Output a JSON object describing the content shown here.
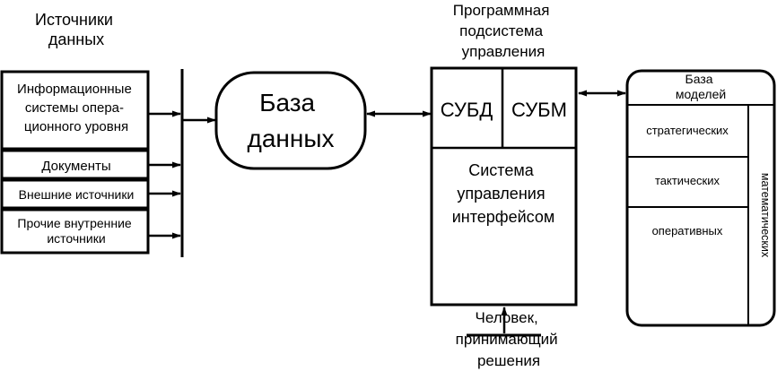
{
  "sources": {
    "title": [
      "Источники",
      "данных"
    ],
    "items": [
      {
        "lines": [
          "Информационные",
          "системы опера-",
          "ционного уровня"
        ]
      },
      {
        "lines": [
          "Документы"
        ]
      },
      {
        "lines": [
          "Внешние источники"
        ]
      },
      {
        "lines": [
          "Прочие внутренние",
          "источники"
        ]
      }
    ]
  },
  "database": {
    "lines": [
      "База",
      "данных"
    ]
  },
  "control": {
    "title": [
      "Программная",
      "подсистема",
      "управления"
    ],
    "dbms": "СУБД",
    "mbms": "СУБМ",
    "interface": [
      "Система",
      "управления",
      "интерфейсом"
    ]
  },
  "models": {
    "title": [
      "База",
      "моделей"
    ],
    "items": [
      "стратегических",
      "тактических",
      "оперативных"
    ],
    "side_label": "математических"
  },
  "person": {
    "lines": [
      "Человек,",
      "принимающий",
      "решения"
    ]
  }
}
